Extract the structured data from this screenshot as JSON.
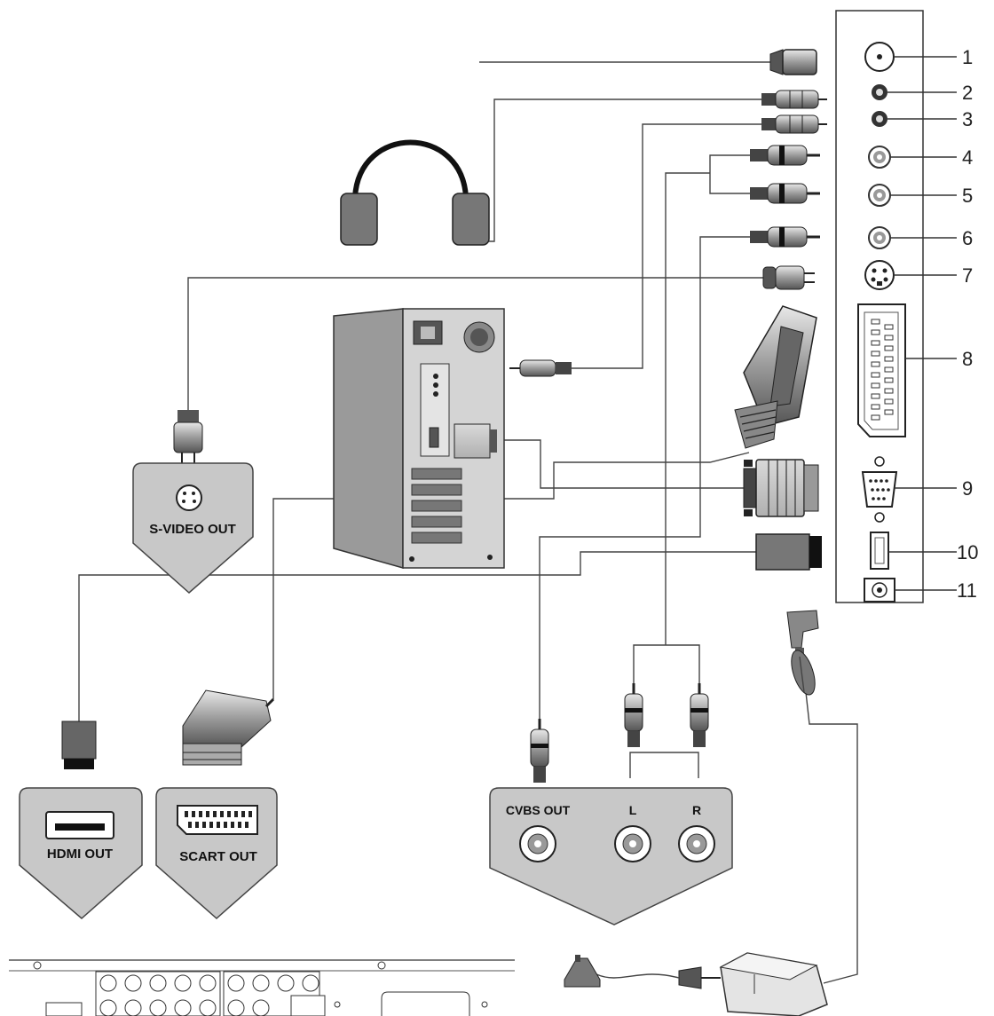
{
  "panel": {
    "port_numbers": [
      "1",
      "2",
      "3",
      "4",
      "5",
      "6",
      "7",
      "8",
      "9",
      "10",
      "11"
    ]
  },
  "devices": {
    "svideo_label": "S-VIDEO OUT",
    "hdmi_label": "HDMI OUT",
    "scart_label": "SCART OUT",
    "cvbs_label": "CVBS OUT",
    "left_label": "L",
    "right_label": "R"
  }
}
